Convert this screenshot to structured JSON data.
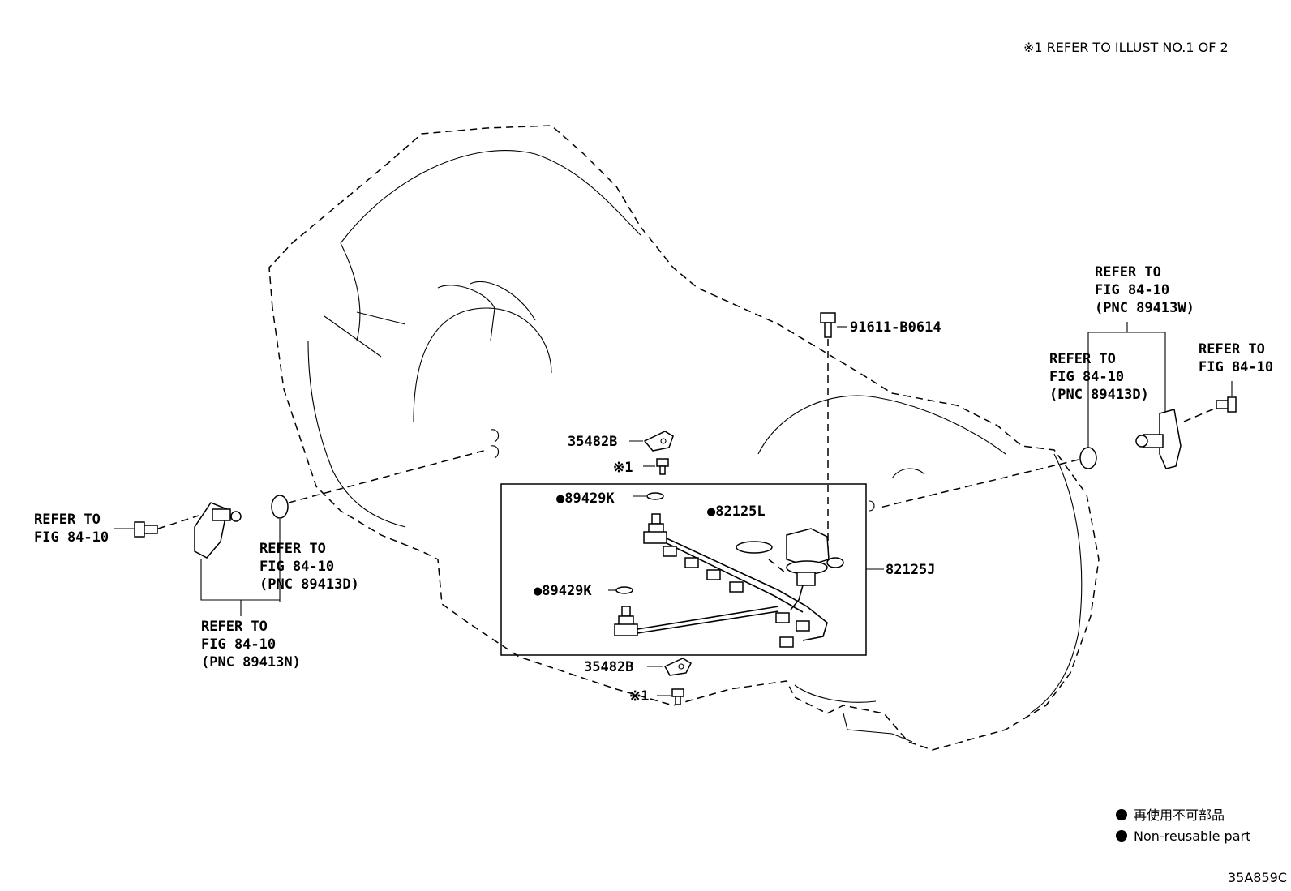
{
  "header_note": "※1 REFER TO ILLUST NO.1 OF 2",
  "labels": {
    "bolt_top": "91611-B0614",
    "bracket_upper": "35482B",
    "ref_mark_upper": "※1",
    "oring_upper": "●89429K",
    "gasket": "●82125L",
    "harness": "82125J",
    "oring_lower": "●89429K",
    "bracket_lower": "35482B",
    "ref_mark_lower": "※1"
  },
  "refer_left_bolt": {
    "line1": "REFER TO",
    "line2": "FIG 84-10"
  },
  "refer_left_oring": {
    "line1": "REFER TO",
    "line2": "FIG 84-10",
    "line3": "(PNC 89413D)"
  },
  "refer_left_sensor": {
    "line1": "REFER TO",
    "line2": "FIG 84-10",
    "line3": "(PNC 89413N)"
  },
  "refer_right_sensor": {
    "line1": "REFER TO",
    "line2": "FIG 84-10",
    "line3": "(PNC 89413W)"
  },
  "refer_right_oring": {
    "line1": "REFER TO",
    "line2": "FIG 84-10",
    "line3": "(PNC 89413D)"
  },
  "refer_right_bolt": {
    "line1": "REFER TO",
    "line2": "FIG 84-10"
  },
  "legend": {
    "jp": "再使用不可部品",
    "en": "Non-reusable part"
  },
  "figure_code": "35A859C"
}
